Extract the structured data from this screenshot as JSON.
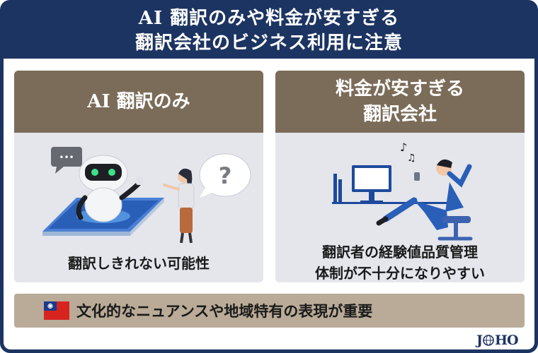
{
  "header": {
    "title_line1": "AI 翻訳のみや料金が安すぎる",
    "title_line2": "翻訳会社のビジネス利用に注意"
  },
  "left_card": {
    "title": "AI 翻訳のみ",
    "caption": "翻訳しきれない可能性",
    "speech_mark": "?",
    "speech_dots": "•••"
  },
  "right_card": {
    "title_line1": "料金が安すぎる",
    "title_line2": "翻訳会社",
    "caption_line1": "翻訳者の経験値品質管理",
    "caption_line2": "体制が不十分になりやすい"
  },
  "bottom": {
    "text": "文化的なニュアンスや地域特有の表現が重要"
  },
  "logo": {
    "left": "J",
    "right": "HO"
  },
  "colors": {
    "frame": "#1c3461",
    "card_head": "#7b6c59",
    "card_bg": "#e4e6ec",
    "bottom_bar": "#b9ab97"
  }
}
